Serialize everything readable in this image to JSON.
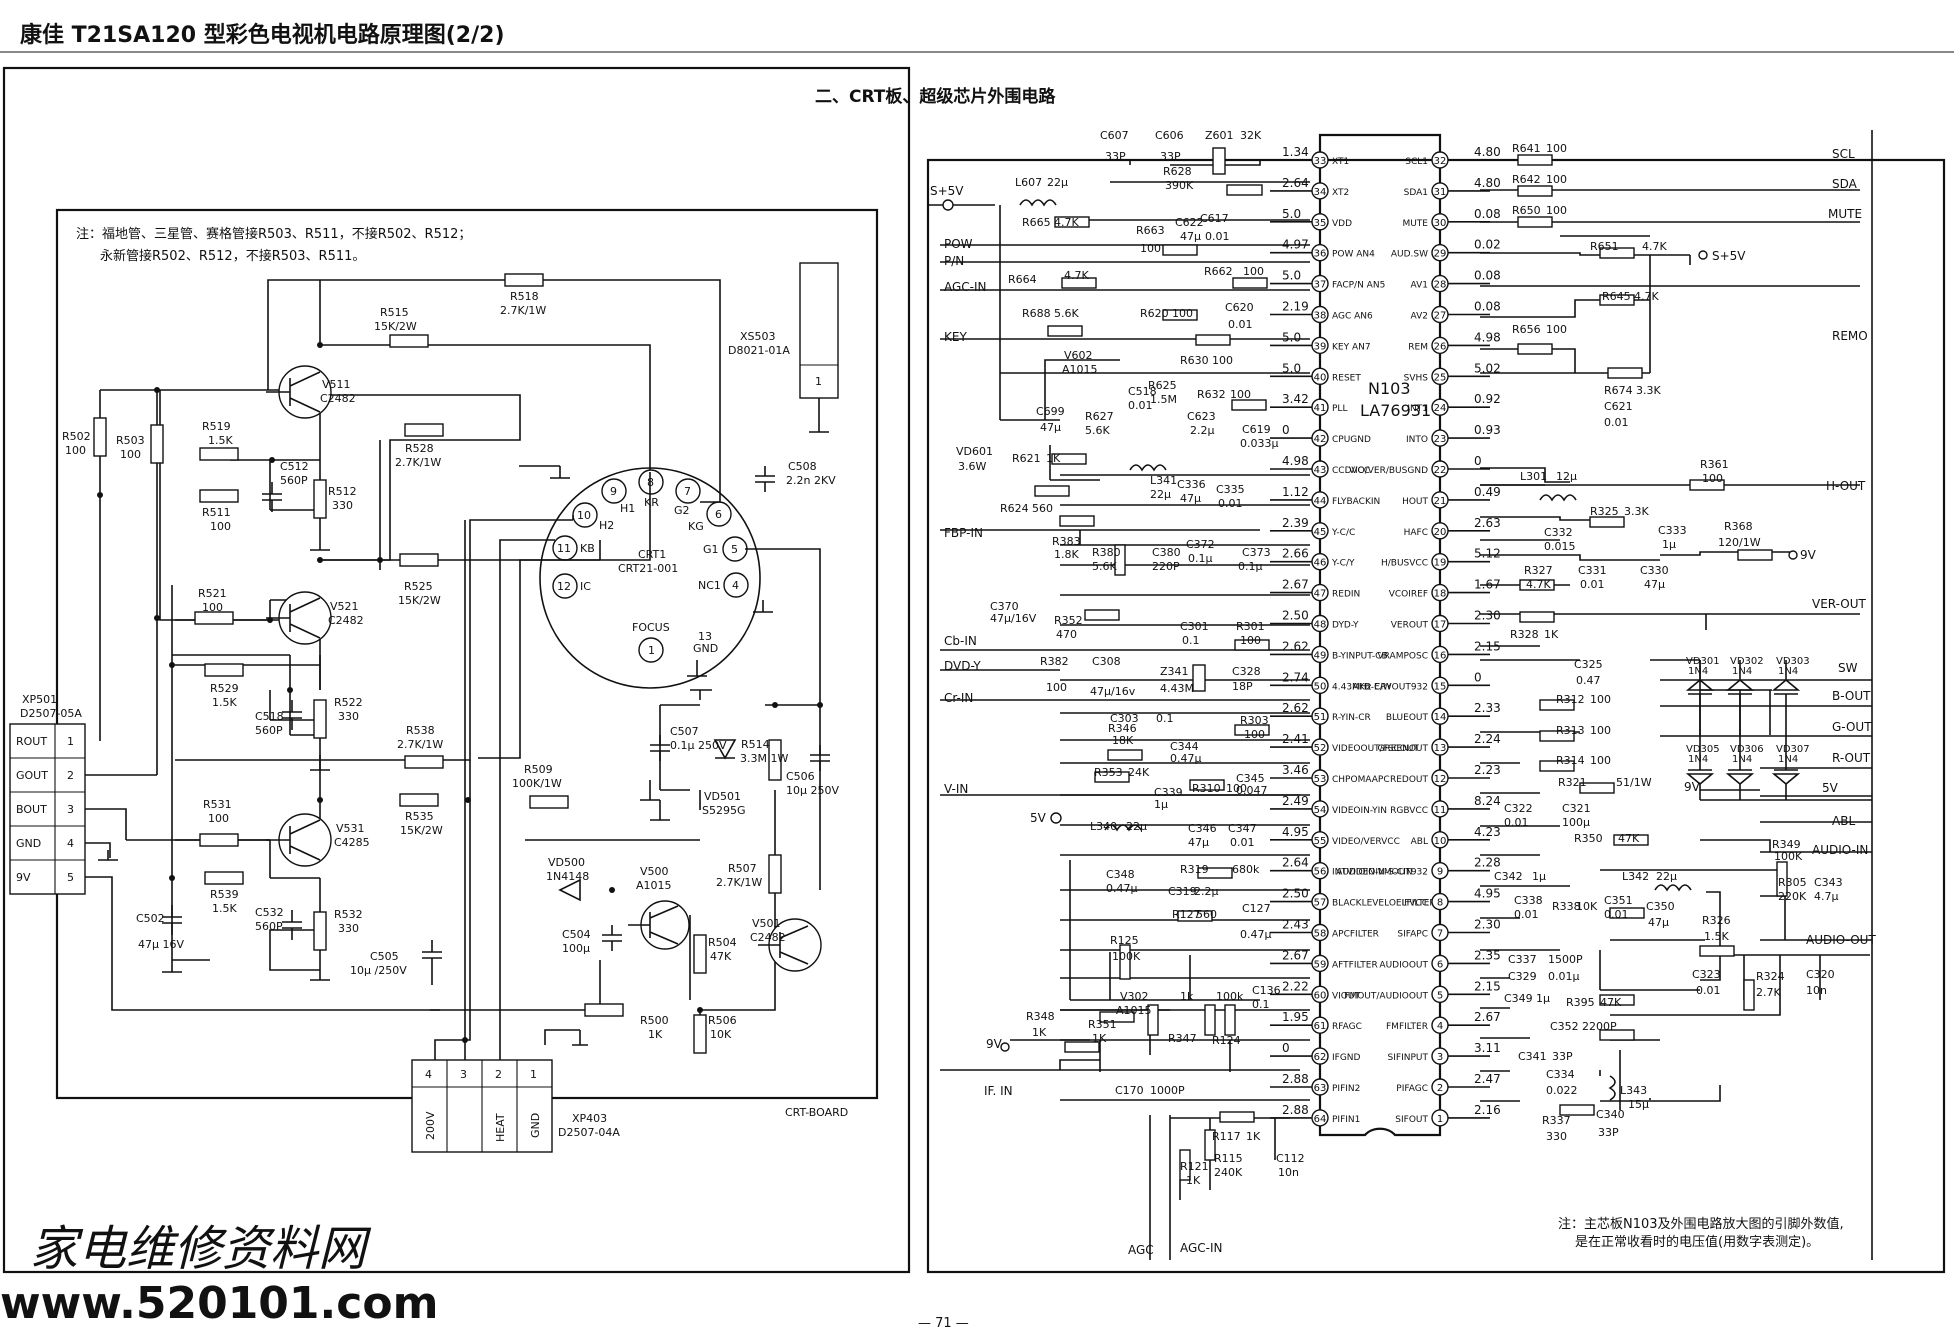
{
  "page": {
    "title": "康佳 T21SA120 型彩色电视机电路原理图(2/2)",
    "section_title": "二、CRT板、超级芯片外围电路",
    "page_number": "— 71 —",
    "watermark_cn": "家电维修资料网",
    "watermark_url": "www.520101.com"
  },
  "crt_board": {
    "board_label": "CRT-BOARD",
    "note_line1": "注：福地管、三星管、赛格管接R503、R511，不接R502、R512；",
    "note_line2": "永新管接R502、R512，不接R503、R511。",
    "xs503": {
      "name": "XS503",
      "part": "D8021-01A",
      "pin": "1"
    },
    "xp501": {
      "name": "XP501",
      "part": "D2507-05A",
      "rows": [
        {
          "label": "ROUT",
          "pin": "1"
        },
        {
          "label": "GOUT",
          "pin": "2"
        },
        {
          "label": "BOUT",
          "pin": "3"
        },
        {
          "label": "GND",
          "pin": "4"
        },
        {
          "label": "9V",
          "pin": "5"
        }
      ]
    },
    "xp403": {
      "name": "XP403",
      "part": "D2507-04A",
      "pins": [
        "4",
        "3",
        "2",
        "1"
      ],
      "labels": [
        "200V",
        "",
        "HEAT",
        "GND"
      ]
    },
    "crt": {
      "name": "CRT1",
      "part": "CRT21-001",
      "focus": "FOCUS",
      "gnd_pin": "13",
      "gnd_label": "GND",
      "pins": [
        {
          "n": "9",
          "label": "H1"
        },
        {
          "n": "8",
          "label": "KR"
        },
        {
          "n": "7",
          "label": "G2"
        },
        {
          "n": "6",
          "label": "KG"
        },
        {
          "n": "5",
          "label": "G1"
        },
        {
          "n": "4",
          "label": "NC1"
        },
        {
          "n": "10",
          "label": "H2"
        },
        {
          "n": "11",
          "label": "KB"
        },
        {
          "n": "12",
          "label": "IC"
        },
        {
          "n": "1",
          "label": ""
        }
      ]
    },
    "transistors": {
      "v511": {
        "name": "V511",
        "part": "C2482"
      },
      "v521": {
        "name": "V521",
        "part": "C2482"
      },
      "v531": {
        "name": "V531",
        "part": "C4285"
      },
      "v500": {
        "name": "V500",
        "part": "A1015"
      },
      "v501": {
        "name": "V501",
        "part": "C2482"
      }
    },
    "diodes": {
      "vd500": {
        "name": "VD500",
        "part": "1N4148"
      },
      "vd501": {
        "name": "VD501",
        "part": "S5295G"
      }
    },
    "resistors": {
      "r502": {
        "name": "R502",
        "value": "100"
      },
      "r503": {
        "name": "R503",
        "value": "100"
      },
      "r515": {
        "name": "R515",
        "value": "15K/2W"
      },
      "r518": {
        "name": "R518",
        "value": "2.7K/1W"
      },
      "r519": {
        "name": "R519",
        "value": "1.5K"
      },
      "r511": {
        "name": "R511",
        "value": "100"
      },
      "r512": {
        "name": "R512",
        "value": "330"
      },
      "r528": {
        "name": "R528",
        "value": "2.7K/1W"
      },
      "r521": {
        "name": "R521",
        "value": "100"
      },
      "r525": {
        "name": "R525",
        "value": "15K/2W"
      },
      "r529": {
        "name": "R529",
        "value": "1.5K"
      },
      "r522": {
        "name": "R522",
        "value": "330"
      },
      "r538": {
        "name": "R538",
        "value": "2.7K/1W"
      },
      "r509": {
        "name": "R509",
        "value": "100K/1W"
      },
      "r531": {
        "name": "R531",
        "value": "100"
      },
      "r535": {
        "name": "R535",
        "value": "15K/2W"
      },
      "r539": {
        "name": "R539",
        "value": "1.5K"
      },
      "r532": {
        "name": "R532",
        "value": "330"
      },
      "r514": {
        "name": "R514",
        "value": "3.3M 1W"
      },
      "r507": {
        "name": "R507",
        "value": "2.7K/1W"
      },
      "r504": {
        "name": "R504",
        "value": "47K"
      },
      "r500": {
        "name": "R500",
        "value": "1K"
      },
      "r506": {
        "name": "R506",
        "value": "10K"
      }
    },
    "capacitors": {
      "c512": {
        "name": "C512",
        "value": "560P"
      },
      "c518": {
        "name": "C518",
        "value": "560P"
      },
      "c532": {
        "name": "C532",
        "value": "560P"
      },
      "c502": {
        "name": "C502",
        "value": "47μ 16V"
      },
      "c505": {
        "name": "C505",
        "value": "10μ /250V"
      },
      "c508": {
        "name": "C508",
        "value": "2.2n 2KV"
      },
      "c507": {
        "name": "C507",
        "value": "0.1μ 250V"
      },
      "c506": {
        "name": "C506",
        "value": "10μ 250V"
      },
      "c504": {
        "name": "C504",
        "value": "100μ"
      }
    }
  },
  "main_board": {
    "ic": {
      "ref": "N103",
      "part": "LA76931"
    },
    "footnote_line1": "注：主芯板N103及外围电路放大图的引脚外数值,",
    "footnote_line2": "是在正常收看时的电压值(用数字表测定)。",
    "left_pins": [
      {
        "n": "33",
        "name": "XT1",
        "voltage": "1.34"
      },
      {
        "n": "34",
        "name": "XT2",
        "voltage": "2.64"
      },
      {
        "n": "35",
        "name": "VDD",
        "voltage": "5.0"
      },
      {
        "n": "36",
        "name": "POW AN4",
        "voltage": "4.97"
      },
      {
        "n": "37",
        "name": "FACP/N AN5",
        "voltage": "5.0"
      },
      {
        "n": "38",
        "name": "AGC AN6",
        "voltage": "2.19"
      },
      {
        "n": "39",
        "name": "KEY AN7",
        "voltage": "5.0"
      },
      {
        "n": "40",
        "name": "RESET",
        "voltage": "5.0"
      },
      {
        "n": "41",
        "name": "PLL",
        "voltage": "3.42"
      },
      {
        "n": "42",
        "name": "CPUGND",
        "voltage": "0"
      },
      {
        "n": "43",
        "name": "CCDVCC",
        "voltage": "4.98"
      },
      {
        "n": "44",
        "name": "FLYBACKIN",
        "voltage": "1.12"
      },
      {
        "n": "45",
        "name": "Y-C/C",
        "voltage": "2.39"
      },
      {
        "n": "46",
        "name": "Y-C/Y",
        "voltage": "2.66"
      },
      {
        "n": "47",
        "name": "REDIN",
        "voltage": "2.67"
      },
      {
        "n": "48",
        "name": "DYD-Y",
        "voltage": "2.50"
      },
      {
        "n": "49",
        "name": "B-YINPUT-CB",
        "voltage": "2.62"
      },
      {
        "n": "50",
        "name": "4.43MHz CRY",
        "voltage": "2.74"
      },
      {
        "n": "51",
        "name": "R-YIN-CR",
        "voltage": "2.62"
      },
      {
        "n": "52",
        "name": "VIDEOOUT/FSCOUT",
        "voltage": "2.41"
      },
      {
        "n": "53",
        "name": "CHPOMAAPC",
        "voltage": "3.46"
      },
      {
        "n": "54",
        "name": "VIDEOIN-YIN",
        "voltage": "2.49"
      },
      {
        "n": "55",
        "name": "VIDEO/VERVCC",
        "voltage": "4.95"
      },
      {
        "n": "56",
        "name": "INTVIDEOIN-S-CIN",
        "voltage": "2.64"
      },
      {
        "n": "57",
        "name": "BLACKLEVELOELFILTER",
        "voltage": "2.50"
      },
      {
        "n": "58",
        "name": "APCFILTER",
        "voltage": "2.43"
      },
      {
        "n": "59",
        "name": "AFTFILTER",
        "voltage": "2.67"
      },
      {
        "n": "60",
        "name": "VIOUT",
        "voltage": "2.22"
      },
      {
        "n": "61",
        "name": "RFAGC",
        "voltage": "1.95"
      },
      {
        "n": "62",
        "name": "IFGND",
        "voltage": "0"
      },
      {
        "n": "63",
        "name": "PIFIN2",
        "voltage": "2.88"
      },
      {
        "n": "64",
        "name": "PIFIN1",
        "voltage": "2.88"
      }
    ],
    "right_pins": [
      {
        "n": "32",
        "name": "SCL1",
        "voltage": "4.80"
      },
      {
        "n": "31",
        "name": "SDA1",
        "voltage": "4.80"
      },
      {
        "n": "30",
        "name": "MUTE",
        "voltage": "0.08"
      },
      {
        "n": "29",
        "name": "AUD.SW",
        "voltage": "0.02"
      },
      {
        "n": "28",
        "name": "AV1",
        "voltage": "0.08"
      },
      {
        "n": "27",
        "name": "AV2",
        "voltage": "0.08"
      },
      {
        "n": "26",
        "name": "REM",
        "voltage": "4.98"
      },
      {
        "n": "25",
        "name": "SVHS",
        "voltage": "5.02"
      },
      {
        "n": "24",
        "name": "INT1",
        "voltage": "0.92"
      },
      {
        "n": "23",
        "name": "INTO",
        "voltage": "0.93"
      },
      {
        "n": "22",
        "name": "VIO/VER/BUSGND",
        "voltage": "0"
      },
      {
        "n": "21",
        "name": "HOUT",
        "voltage": "0.49"
      },
      {
        "n": "20",
        "name": "HAFC",
        "voltage": "2.63"
      },
      {
        "n": "19",
        "name": "H/BUSVCC",
        "voltage": "5.12"
      },
      {
        "n": "18",
        "name": "VCOIREF",
        "voltage": "1.67"
      },
      {
        "n": "17",
        "name": "VEROUT",
        "voltage": "2.30"
      },
      {
        "n": "16",
        "name": "VRAMPOSC",
        "voltage": "2.15"
      },
      {
        "n": "15",
        "name": "AKB-E/WOUT932",
        "voltage": "0"
      },
      {
        "n": "14",
        "name": "BLUEOUT",
        "voltage": "2.33"
      },
      {
        "n": "13",
        "name": "GREENOUT",
        "voltage": "2.24"
      },
      {
        "n": "12",
        "name": "REDOUT",
        "voltage": "2.23"
      },
      {
        "n": "11",
        "name": "RGBVCC",
        "voltage": "8.24"
      },
      {
        "n": "10",
        "name": "ABL",
        "voltage": "4.23"
      },
      {
        "n": "9",
        "name": "AUDIOIN-VMOUT932",
        "voltage": "2.28"
      },
      {
        "n": "8",
        "name": "IFVCC",
        "voltage": "4.95"
      },
      {
        "n": "7",
        "name": "SIFAPC",
        "voltage": "2.30"
      },
      {
        "n": "6",
        "name": "AUDIOOUT",
        "voltage": "2.35"
      },
      {
        "n": "5",
        "name": "FMOUT/AUDIOOUT",
        "voltage": "2.15"
      },
      {
        "n": "4",
        "name": "FMFILTER",
        "voltage": "2.67"
      },
      {
        "n": "3",
        "name": "SIFINPUT",
        "voltage": "3.11"
      },
      {
        "n": "2",
        "name": "PIFAGC",
        "voltage": "2.47"
      },
      {
        "n": "1",
        "name": "SIFOUT",
        "voltage": "2.16"
      }
    ],
    "left_signals": {
      "s5v": "S+5V",
      "pow": "POW",
      "pn": "P/N",
      "agc_in": "AGC-IN",
      "key": "KEY",
      "fbp_in": "FBP-IN",
      "cb_in": "Cb-IN",
      "dvd_y": "DVD-Y",
      "cr_in": "Cr-IN",
      "v_in": "V-IN",
      "v5": "5V",
      "v9": "9V",
      "if_in": "IF. IN",
      "agc": "AGC",
      "agc_in2": "AGC-IN"
    },
    "right_signals": {
      "scl": "SCL",
      "sda": "SDA",
      "mute": "MUTE",
      "s5v": "S+5V",
      "remo": "REMO",
      "h_out": "H-OUT",
      "v9": "9V",
      "ver_out": "VER-OUT",
      "sw": "SW",
      "b_out": "B-OUT",
      "g_out": "G-OUT",
      "r_out": "R-OUT",
      "v9b": "9V",
      "v5": "5V",
      "abl": "ABL",
      "audio_in": "AUDIO-IN",
      "audio_out": "AUDIO-OUT"
    },
    "parts_left": {
      "c607": "C607",
      "c607_v": "33P",
      "c606": "C606",
      "c606_v": "33P",
      "z601": "Z601",
      "z601_v": "32K",
      "r628": "R628",
      "r628_v": "390K",
      "l607": "L607",
      "l607_v": "22μ",
      "r665": "R665",
      "r665_v": "4.7K",
      "c622": "C622",
      "c622_v": "47μ",
      "c617": "C617",
      "c617_v": "0.01",
      "r663": "R663",
      "r663_v": "100",
      "r664": "R664",
      "r664_v": "4.7K",
      "r662": "R662",
      "r662_v": "100",
      "r688": "R688",
      "r688_v": "5.6K",
      "r620": "R620",
      "r620_v": "100",
      "c620": "C620",
      "c620_v": "0.01",
      "r630": "R630",
      "r630_v": "100",
      "v602": "V602",
      "v602_v": "A1015",
      "r625": "R625",
      "r625_v": "1.5M",
      "c518": "C518",
      "c518_v": "0.01",
      "r632": "R632",
      "r632_v": "100",
      "c623": "C623",
      "c623_v": "2.2μ",
      "c619": "C619",
      "c619_v": "0.033μ",
      "c699": "C699",
      "c699_v": "47μ",
      "r627": "R627",
      "r627_v": "5.6K",
      "vd601": "VD601",
      "vd601_v": "3.6W",
      "r621": "R621",
      "r621_v": "1K",
      "l341": "L341",
      "l341_v": "22μ",
      "c336": "C336",
      "c336_v": "47μ",
      "c335": "C335",
      "c335_v": "0.01",
      "r624": "R624",
      "r624_v": "560",
      "r383": "R383",
      "r383_v": "1.8K",
      "r380": "R380",
      "r380_v": "5.6K",
      "c380": "C380",
      "c380_v": "220P",
      "c372": "C372",
      "c372_v": "0.1μ",
      "c373": "C373",
      "c373_v": "0.1μ",
      "c370": "C370",
      "c370_v": "47μ/16V",
      "r352": "R352",
      "r352_v": "470",
      "c301": "C301",
      "c301_v": "0.1",
      "r301": "R301",
      "r301_v": "100",
      "r382": "R382",
      "r382_v": "100",
      "c308": "C308",
      "c308_v": "47μ/16v",
      "z341": "Z341",
      "z341_v": "4.43M",
      "c328": "C328",
      "c328_v": "18P",
      "c303": "C303",
      "c303_v": "0.1",
      "r303": "R303",
      "r303_v": "100",
      "r346": "R346",
      "r346_v": "18K",
      "c344": "C344",
      "c344_v": "0.47μ",
      "r353": "R353",
      "r353_v": "24K",
      "c339": "C339",
      "c339_v": "1μ",
      "r310": "R310",
      "r310_v": "100",
      "c345": "C345",
      "c345_v": "0.047",
      "l340": "L340",
      "l340_v": "22μ",
      "c346": "C346",
      "c346_v": "47μ",
      "c347": "C347",
      "c347_v": "0.01",
      "c348": "C348",
      "c348_v": "0.47μ",
      "r319": "R319",
      "r319_v": "680k",
      "c319": "C319",
      "c319_v": "2.2μ",
      "r127": "R127",
      "r127_v": "560",
      "c127": "C127",
      "c127_v": "0.47μ",
      "r125": "R125",
      "r125_v": "100K",
      "r348": "R348",
      "r348_v": "1K",
      "r351": "R351",
      "r351_v": "1K",
      "v302": "V302",
      "v302_v": "A1015",
      "r347": "R347",
      "r347_v": "1k",
      "r124": "R124",
      "r124_v": "100k",
      "c136": "C136",
      "c136_v": "0.1",
      "c170": "C170",
      "c170_v": "1000P",
      "r117": "R117",
      "r117_v": "1K",
      "r121": "R121",
      "r121_v": "1K",
      "r115": "R115",
      "r115_v": "240K",
      "c112": "C112",
      "c112_v": "10n"
    },
    "parts_right": {
      "r641": "R641",
      "r641_v": "100",
      "r642": "R642",
      "r642_v": "100",
      "r650": "R650",
      "r650_v": "100",
      "r651": "R651",
      "r651_v": "4.7K",
      "r645": "R645",
      "r645_v": "4.7K",
      "r656": "R656",
      "r656_v": "100",
      "r674": "R674",
      "r674_v": "3.3K",
      "c621": "C621",
      "c621_v": "0.01",
      "l301": "L301",
      "l301_v": "12μ",
      "r361": "R361",
      "r361_v": "100",
      "r325": "R325",
      "r325_v": "3.3K",
      "c333": "C333",
      "c333_v": "1μ",
      "c332": "C332",
      "c332_v": "0.015",
      "r368": "R368",
      "r368_v": "120/1W",
      "r327": "R327",
      "r327_v": "4.7K",
      "c331": "C331",
      "c331_v": "0.01",
      "c330": "C330",
      "c330_v": "47μ",
      "r328": "R328",
      "r328_v": "1K",
      "c325": "C325",
      "c325_v": "0.47",
      "vd301": "VD301",
      "vd302": "VD302",
      "vd303": "VD303",
      "vd305": "VD305",
      "vd306": "VD306",
      "vd307": "VD307",
      "diode_type": "1N4",
      "r312": "R312",
      "r312_v": "100",
      "r313": "R313",
      "r313_v": "100",
      "r314": "R314",
      "r314_v": "100",
      "r321": "R321",
      "r321_v": "51/1W",
      "c322": "C322",
      "c322_v": "0.01",
      "c321": "C321",
      "c321_v": "100μ",
      "r350": "R350",
      "r350_v": "47K",
      "r349": "R349",
      "r349_v": "100K",
      "c342": "C342",
      "c342_v": "1μ",
      "l342": "L342",
      "l342_v": "22μ",
      "r305": "R305",
      "r305_v": "220K",
      "c343": "C343",
      "c343_v": "4.7μ",
      "c338": "C338",
      "c338_v": "0.01",
      "r338": "R338",
      "r338_v": "10K",
      "c351": "C351",
      "c351_v": "0.01",
      "c350": "C350",
      "c350_v": "47μ",
      "r326": "R326",
      "r326_v": "1.5K",
      "c323": "C323",
      "c323_v": "0.01",
      "r324": "R324",
      "r324_v": "2.7K",
      "c320": "C320",
      "c320_v": "10n",
      "c337": "C337",
      "c337_v": "1500P",
      "c329": "C329",
      "c329_v": "0.01μ",
      "c349": "C349",
      "c349_v": "1μ",
      "r395": "R395",
      "r395_v": "47K",
      "c352": "C352",
      "c352_v": "2200P",
      "c341": "C341",
      "c341_v": "33P",
      "c334": "C334",
      "c334_v": "0.022",
      "l343": "L343",
      "l343_v": "15μ",
      "r337": "R337",
      "r337_v": "330",
      "c340": "C340",
      "c340_v": "33P"
    }
  }
}
